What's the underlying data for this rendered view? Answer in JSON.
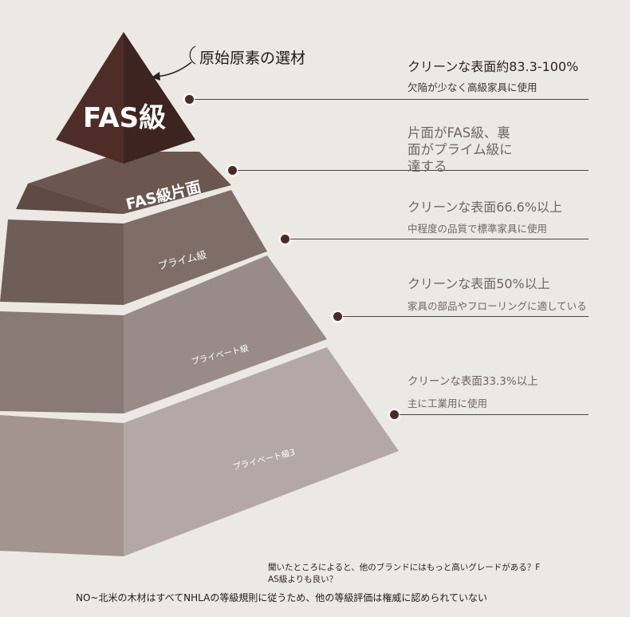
{
  "callout": {
    "text": "原始原素の選材"
  },
  "tiers": [
    {
      "label": "FAS級",
      "color": "#4e2d28",
      "side": "#3e2420"
    },
    {
      "label": "FAS級片面",
      "color": "#6b5650",
      "side": "#574540"
    },
    {
      "label": "プライム級",
      "color": "#7e6b66",
      "side": "#6a5a55"
    },
    {
      "label": "プライベート級",
      "color": "#978885",
      "side": "#837572"
    },
    {
      "label": "プライベート級3",
      "color": "#b0a4a2",
      "side": "#9e9391"
    }
  ],
  "annotations": [
    {
      "head": "クリーンな表面約83.3-100%",
      "sub": "欠陥が少なく高級家具に使用"
    },
    {
      "head_lines": [
        "片面がFAS級、裏",
        "面がプライム級に",
        "達する"
      ]
    },
    {
      "head": "クリーンな表面66.6%以上",
      "sub": "中程度の品質で標準家具に使用"
    },
    {
      "head": "クリーンな表面50%以上",
      "sub": "家具の部品やフローリングに適している"
    },
    {
      "head": "クリーンな表面33.3%以上",
      "sub": "主に工業用に使用"
    }
  ],
  "footer": {
    "question_line1": "聞いたところによると、他のブランドにはもっと高いグレードがある？F",
    "question_line2": "AS級よりも良い？",
    "answer": "NO~北米の木材はすべてNHLAの等級規則に従うため、他の等級評価は権威に認められていない"
  }
}
